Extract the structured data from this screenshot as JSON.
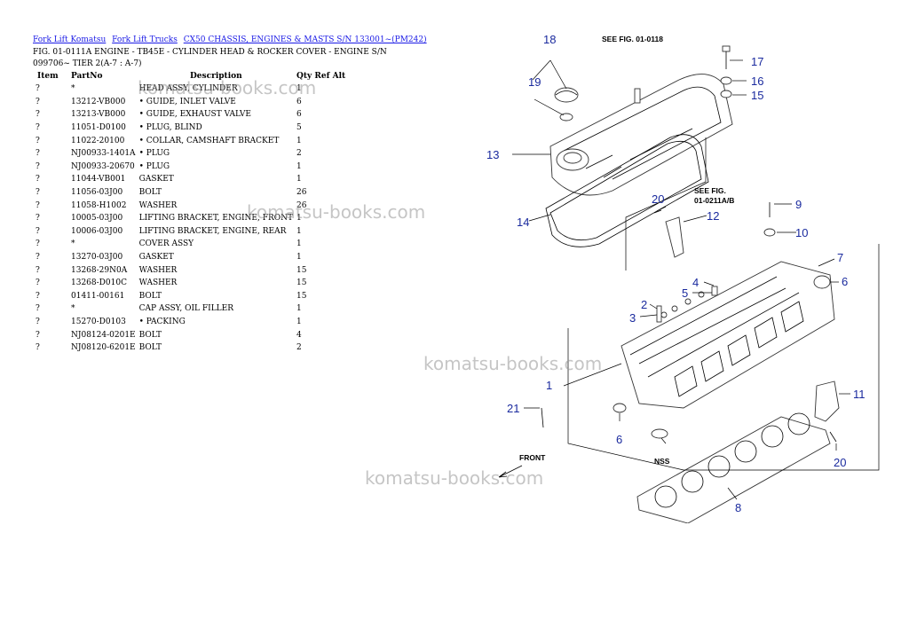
{
  "breadcrumb": {
    "link1": "Fork Lift Komatsu",
    "link2": "Fork Lift Trucks",
    "link3": "CX50 CHASSIS, ENGINES & MASTS S/N 133001~(PM242)"
  },
  "figure_title": "FIG. 01-0111A ENGINE - TB45E - CYLINDER HEAD & ROCKER COVER - ENGINE S/N 099706~ TIER 2(A-7 : A-7)",
  "table": {
    "headers": {
      "item": "Item",
      "partno": "PartNo",
      "description": "Description",
      "qty": "Qty Ref Alt"
    },
    "rows": [
      {
        "item": "?",
        "partno": "*",
        "description": "HEAD ASSY, CYLINDER",
        "qty": "1"
      },
      {
        "item": "?",
        "partno": "13212-VB000",
        "description": "• GUIDE, INLET VALVE",
        "qty": "6"
      },
      {
        "item": "?",
        "partno": "13213-VB000",
        "description": "• GUIDE, EXHAUST VALVE",
        "qty": "6"
      },
      {
        "item": "?",
        "partno": "11051-D0100",
        "description": "• PLUG, BLIND",
        "qty": "5"
      },
      {
        "item": "?",
        "partno": "11022-20100",
        "description": "• COLLAR, CAMSHAFT BRACKET",
        "qty": "1"
      },
      {
        "item": "?",
        "partno": "NJ00933-1401A",
        "description": "• PLUG",
        "qty": "2"
      },
      {
        "item": "?",
        "partno": "NJ00933-20670",
        "description": "• PLUG",
        "qty": "1"
      },
      {
        "item": "?",
        "partno": "11044-VB001",
        "description": "GASKET",
        "qty": "1"
      },
      {
        "item": "?",
        "partno": "11056-03J00",
        "description": "BOLT",
        "qty": "26"
      },
      {
        "item": "?",
        "partno": "11058-H1002",
        "description": "WASHER",
        "qty": "26"
      },
      {
        "item": "?",
        "partno": "10005-03J00",
        "description": "LIFTING BRACKET, ENGINE, FRONT",
        "qty": "1"
      },
      {
        "item": "?",
        "partno": "10006-03J00",
        "description": "LIFTING BRACKET, ENGINE, REAR",
        "qty": "1"
      },
      {
        "item": "?",
        "partno": "*",
        "description": "COVER ASSY",
        "qty": "1"
      },
      {
        "item": "?",
        "partno": "13270-03J00",
        "description": "GASKET",
        "qty": "1"
      },
      {
        "item": "?",
        "partno": "13268-29N0A",
        "description": "WASHER",
        "qty": "15"
      },
      {
        "item": "?",
        "partno": "13268-D010C",
        "description": "WASHER",
        "qty": "15"
      },
      {
        "item": "?",
        "partno": "01411-00161",
        "description": "BOLT",
        "qty": "15"
      },
      {
        "item": "?",
        "partno": "*",
        "description": "CAP ASSY, OIL FILLER",
        "qty": "1"
      },
      {
        "item": "?",
        "partno": "15270-D0103",
        "description": "• PACKING",
        "qty": "1"
      },
      {
        "item": "?",
        "partno": "NJ08124-0201E",
        "description": "BOLT",
        "qty": "4"
      },
      {
        "item": "?",
        "partno": "NJ08120-6201E",
        "description": "BOLT",
        "qty": "2"
      }
    ]
  },
  "watermark": "komatsu-books.com",
  "diagram": {
    "see_fig_1": "SEE FIG. 01-0118",
    "see_fig_2_line1": "SEE FIG.",
    "see_fig_2_line2": "01-0211A/B",
    "front_label": "FRONT",
    "nss_label": "NSS",
    "callouts": {
      "n1": "1",
      "n2": "2",
      "n3": "3",
      "n4": "4",
      "n5": "5",
      "n6a": "6",
      "n6b": "6",
      "n7": "7",
      "n8": "8",
      "n9": "9",
      "n10": "10",
      "n11": "11",
      "n12": "12",
      "n13": "13",
      "n14": "14",
      "n15": "15",
      "n16": "16",
      "n17": "17",
      "n18": "18",
      "n19": "19",
      "n20a": "20",
      "n20b": "20",
      "n21": "21"
    }
  },
  "colors": {
    "link": "#1a1ae6",
    "callout": "#1a2a9e",
    "watermark": "#969696"
  }
}
